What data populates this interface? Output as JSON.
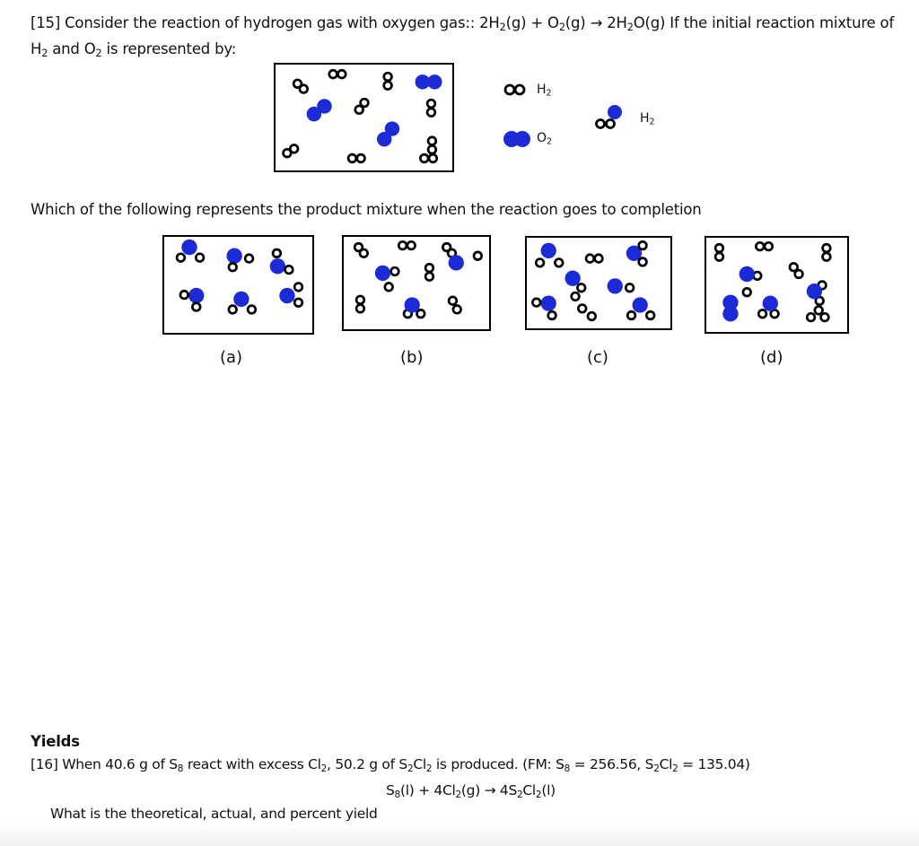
{
  "q15": {
    "line1_pre": "[15]  Consider the reaction of hydrogen gas with oxygen gas::  ",
    "eq_2h2": "2H",
    "eq_2h2_sub": "2",
    "eq_g_plus": "(g) + O",
    "eq_o2_sub": "2",
    "eq_g_arrow": "(g) → 2H",
    "eq_h2o_sub": "2",
    "eq_o_g": "O(g)",
    "line1_post": " If the initial reaction mixture of",
    "line2_h": "H",
    "line2_h_sub": "2",
    "line2_and": " and O",
    "line2_o_sub": "2",
    "line2_post": " is represented by:",
    "legend": [
      {
        "text": "H",
        "sub": "2"
      },
      {
        "text": "O",
        "sub": "2"
      },
      {
        "text": "H",
        "sub": "2"
      }
    ],
    "prompt": "Which of the following represents the product mixture when the reaction goes to completion",
    "options": [
      "(a)",
      "(b)",
      "(c)",
      "(d)"
    ]
  },
  "yields": {
    "heading": "Yields",
    "q16_pre": "[16]  When 40.6 g of S",
    "s8_sub": "8",
    "q16_mid1": " react with excess Cl",
    "cl2_sub": "2",
    "q16_mid2": ",  50.2 g of S",
    "s2cl2_sub_a": "2",
    "q16_cl": "Cl",
    "s2cl2_sub_b": "2",
    "q16_mid3": " is produced. (FM:  S",
    "fm_s8_sub": "8",
    "q16_fm_s8": " = 256.56,  S",
    "fm_s2_sub": "2",
    "q16_fm_cl": "Cl",
    "fm_cl_sub": "2",
    "q16_fm_end": " = 135.04)",
    "eq_s": "S",
    "eq_s8_sub": "8",
    "eq_l_plus": "(l) + 4Cl",
    "eq_cl2_sub": "2",
    "eq_g_arrow": "(g) → 4S",
    "eq_s2_sub": "2",
    "eq_cl": "Cl",
    "eq_cl_sub": "2",
    "eq_l_end": "(l)",
    "question": "What is the theoretical, actual, and percent yield"
  },
  "colors": {
    "oxygen": "#1c2bd6",
    "hydrogen_stroke": "#000000"
  }
}
